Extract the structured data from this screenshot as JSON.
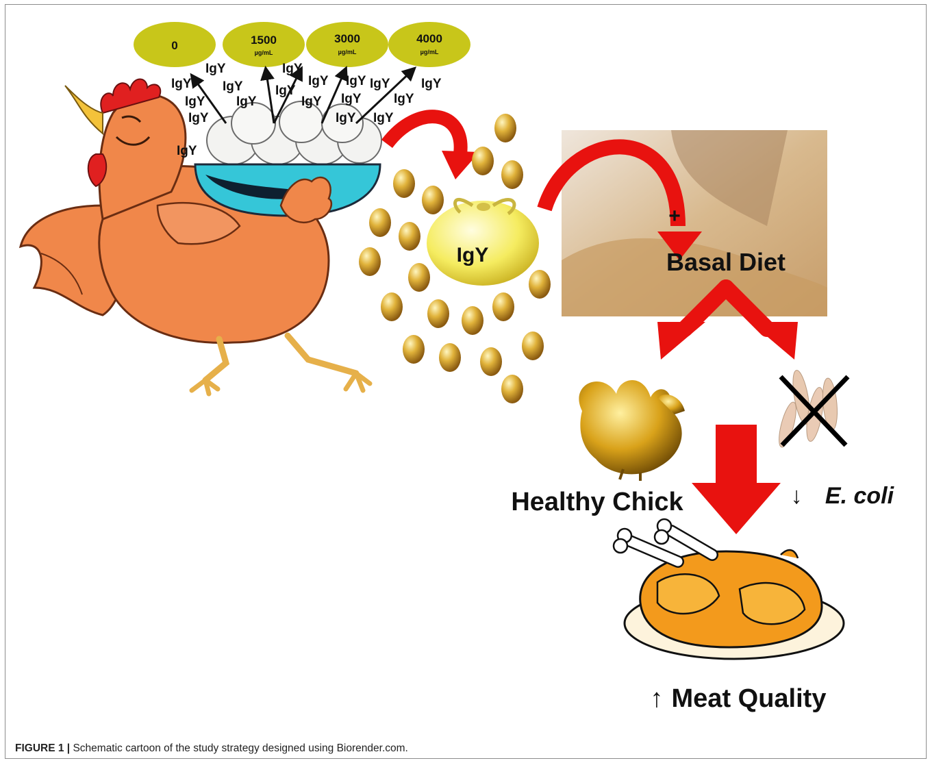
{
  "doses": [
    {
      "value": "0",
      "unit": ""
    },
    {
      "value": "1500",
      "unit": "µg/mL"
    },
    {
      "value": "3000",
      "unit": "µg/mL"
    },
    {
      "value": "4000",
      "unit": "µg/mL"
    }
  ],
  "igy_tag": "IgY",
  "egg_label": "IgY",
  "plus_sign": "+",
  "basal_diet": "Basal Diet",
  "healthy_chick": "Healthy Chick",
  "ecoli_arrow": "↓",
  "ecoli": "E. coli",
  "meat_arrow": "↑",
  "meat_quality": "Meat Quality",
  "caption": {
    "label": "FIGURE 1 |",
    "text": " Schematic cartoon of the study strategy designed using Biorender.com."
  },
  "colors": {
    "dose_ellipse": "#c8c61a",
    "arrow_red": "#e8120f",
    "hen_orange": "#f0874a",
    "gold_egg": "#d9a62a",
    "bowl": "#35c6d8",
    "roast": "#f39a1c"
  }
}
